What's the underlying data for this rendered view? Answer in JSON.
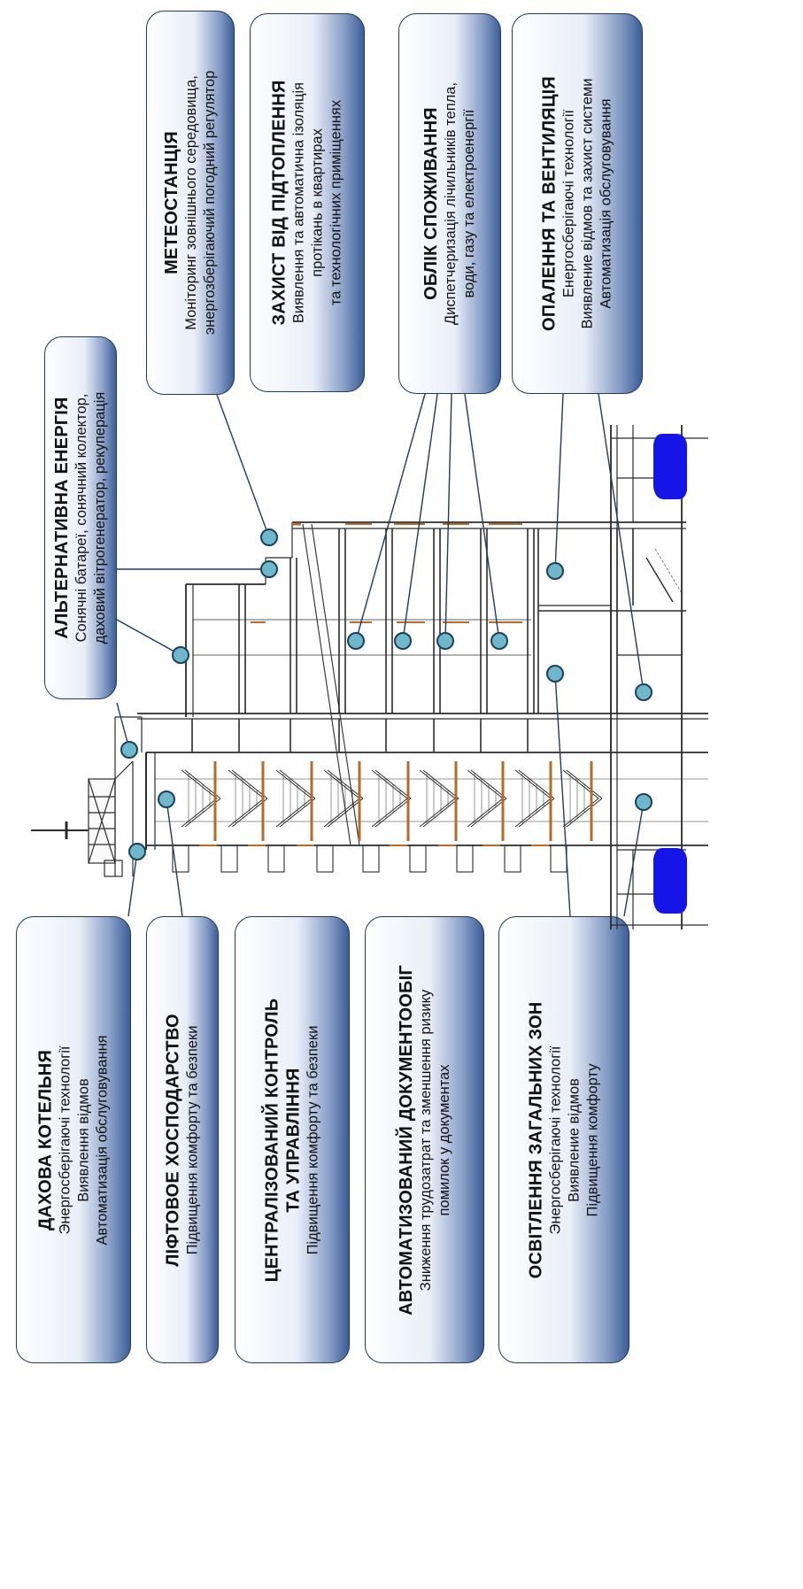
{
  "boxes": {
    "alternative_energy": {
      "title": "АЛЬТЕРНАТИВНА ЕНЕРГІЯ",
      "lines": [
        "Сонячні батареї, сонячний колектор,",
        "даховий вітрогенератор, рекуперація"
      ]
    },
    "weather_station": {
      "title": "МЕТЕОСТАНЦІЯ",
      "lines": [
        "Моніторинг зовнішнього середовища,",
        "энергозберігаючий погодний регулятор"
      ]
    },
    "flood_protection": {
      "title": "ЗАХИСТ ВІД ПІДТОПЛЕННЯ",
      "lines": [
        "Виявлення та автоматична ізоляція",
        "протікань в квартирах",
        "та технологічних приміщеннях"
      ]
    },
    "consumption_metering": {
      "title": "ОБЛІК СПОЖИВАННЯ",
      "lines": [
        "Диспетчеризація лічильників тепла,",
        "води, газу та електроенергії"
      ]
    },
    "heating_ventilation": {
      "title": "ОПАЛЕННЯ ТА ВЕНТИЛЯЦІЯ",
      "lines": [
        "Енергосберігаючі технології",
        "Виявление відмов та захист системи",
        "Автоматизація обслуговування"
      ]
    },
    "roof_boiler": {
      "title": "ДАХОВА КОТЕЛЬНЯ",
      "lines": [
        "Энергосберігаючі технології",
        "Виявлення відмов",
        "Автоматизація обслуговування"
      ]
    },
    "elevator": {
      "title": "ЛІФТОВОЕ ХОСПОДАРСТВО",
      "lines": [
        "Підвищення комфорту та безпеки"
      ]
    },
    "central_control": {
      "title_lines": [
        "ЦЕНТРАЛІЗОВАНИЙ КОНТРОЛЬ",
        "ТА УПРАВЛІННЯ"
      ],
      "lines": [
        "Підвищення комфорту та безпеки"
      ]
    },
    "doc_flow": {
      "title": "АВТОМАТИЗОВАНИЙ ДОКУМЕНТООБІГ",
      "lines": [
        "Зниження трудозатрат та зменшення ризику",
        "помилок у документах"
      ]
    },
    "common_lighting": {
      "title": "ОСВІТЛЕННЯ ЗАГАЛЬНИХ ЗОН",
      "lines": [
        "Энергосберігаючі технології",
        "Виявление відмов",
        "Підвищення комфорту"
      ]
    }
  },
  "colors": {
    "box_border": "#1f3a5f",
    "box_gradient_end": "#3c5e97",
    "marker_fill": "#6fb8cc",
    "marker_stroke": "#1c3f5a",
    "leader": "#1f3a5f",
    "building_line": "#2b2b2b",
    "stair_accent": "#b86a2a",
    "car": "#1515e8"
  }
}
